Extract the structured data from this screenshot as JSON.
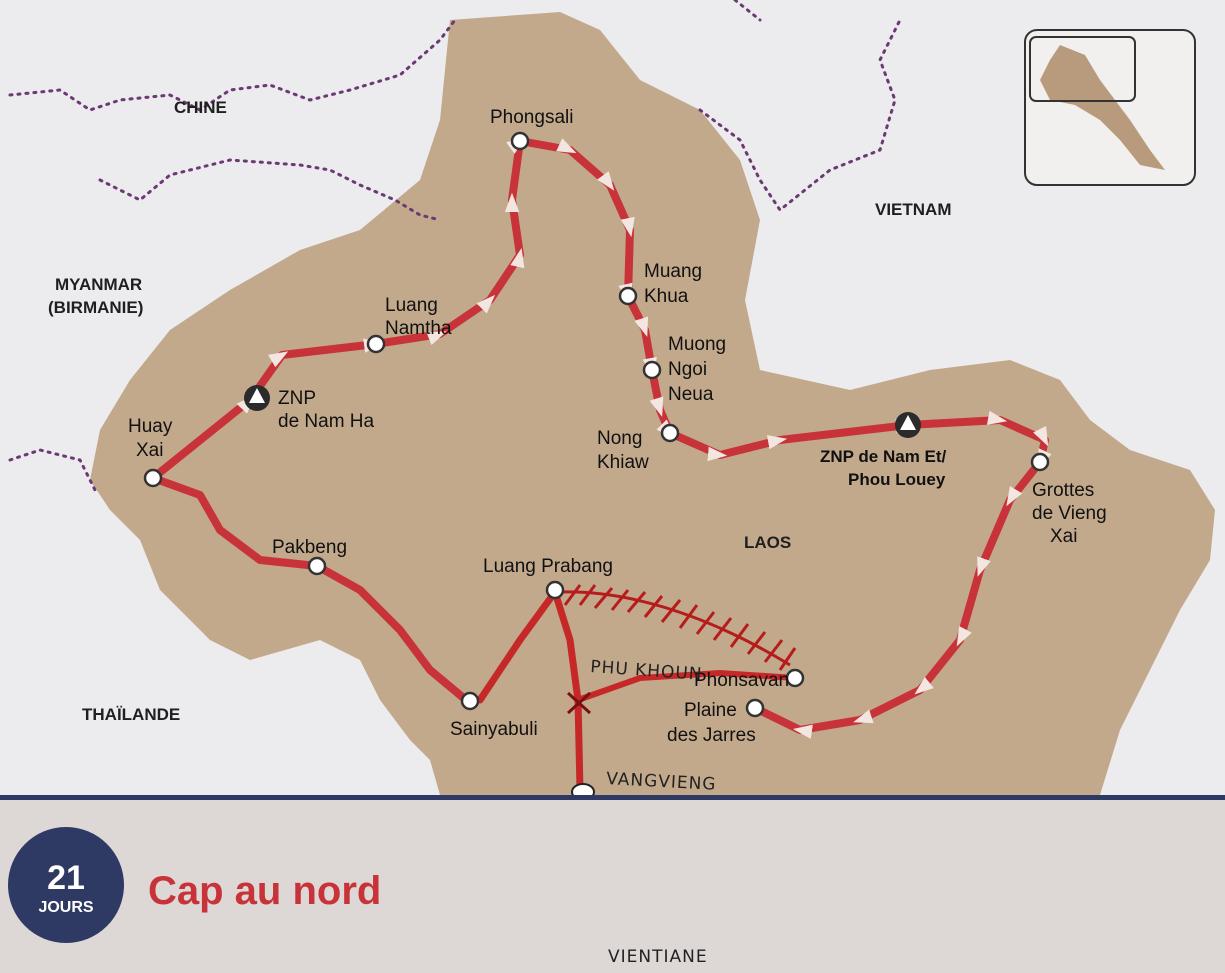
{
  "countries": {
    "china": "CHINE",
    "vietnam": "VIETNAM",
    "myanmar_1": "MYANMAR",
    "myanmar_2": "(BIRMANIE)",
    "thailand": "THAÏLANDE",
    "laos": "LAOS"
  },
  "places": {
    "phongsali": "Phongsali",
    "luang_namtha_1": "Luang",
    "luang_namtha_2": "Namtha",
    "znp_nam_ha_1": "ZNP",
    "znp_nam_ha_2": "de Nam Ha",
    "huay_xai_1": "Huay",
    "huay_xai_2": "Xai",
    "pakbeng": "Pakbeng",
    "luang_prabang": "Luang Prabang",
    "sainyabuli": "Sainyabuli",
    "muang_khua_1": "Muang",
    "muang_khua_2": "Khua",
    "muong_ngoi_1": "Muong",
    "muong_ngoi_2": "Ngoi",
    "muong_ngoi_3": "Neua",
    "nong_khiaw_1": "Nong",
    "nong_khiaw_2": "Khiaw",
    "znp_nam_et_1": "ZNP de Nam Et/",
    "znp_nam_et_2": "Phou Louey",
    "grottes_1": "Grottes",
    "grottes_2": "de Vieng",
    "grottes_3": "Xai",
    "phonsavan": "Phonsavan",
    "plaine_1": "Plaine",
    "plaine_2": "des Jarres"
  },
  "handwritten": {
    "phu_khoun": "PHU KHOUN",
    "vangvieng": "VANGVIENG",
    "vientiane": "VIENTIANE"
  },
  "badge": {
    "number": "21",
    "unit": "JOURS"
  },
  "title": "Cap au nord",
  "colors": {
    "route": "#c8333a",
    "land": "#c3a98c",
    "sea": "#ecebee",
    "border": "#6b3a73",
    "ink": "#c62828",
    "navy": "#2f3a64"
  }
}
